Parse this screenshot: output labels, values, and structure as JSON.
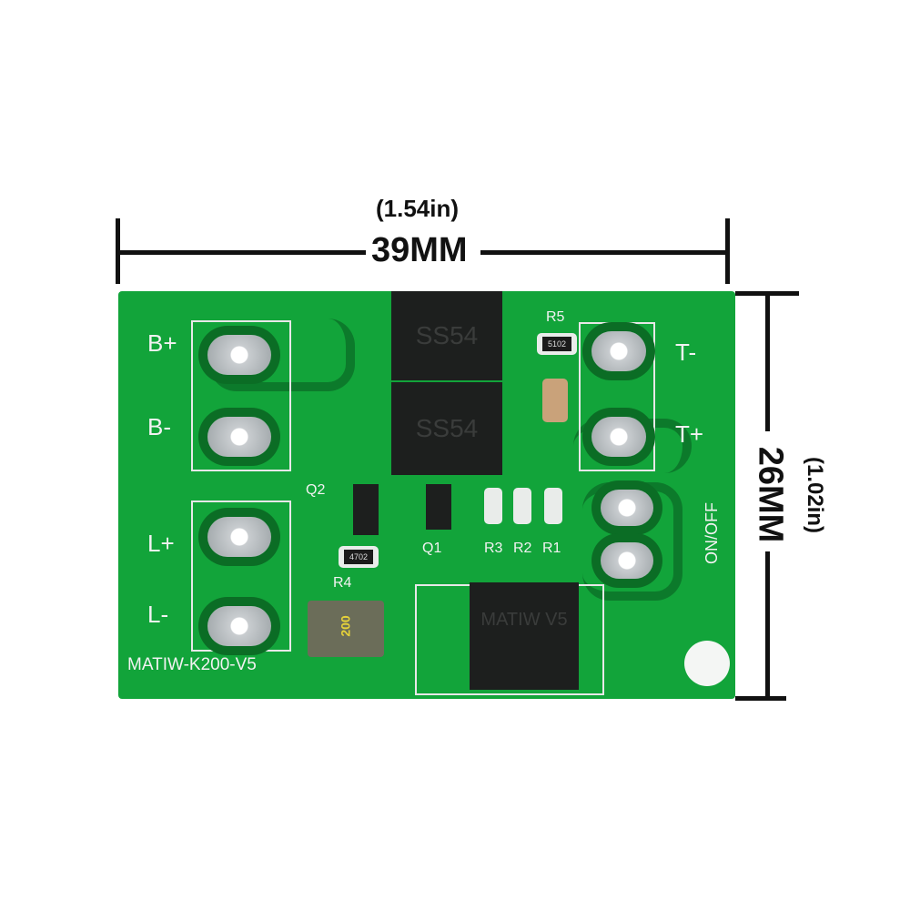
{
  "dimensions": {
    "width_mm": "39MM",
    "width_in": "(1.54in)",
    "height_mm": "26MM",
    "height_in": "(1.02in)"
  },
  "board": {
    "model": "MATIW-K200-V5",
    "terminals": [
      "B+",
      "B-",
      "L+",
      "L-",
      "T-",
      "T+"
    ],
    "switch_label": "ON/OFF",
    "diodes": [
      "SS54",
      "SS54"
    ],
    "regulator_marking": "MATIW V5",
    "fuse_marking": "200",
    "designators": [
      "R5",
      "Q2",
      "Q1",
      "R3",
      "R2",
      "R1",
      "R4"
    ],
    "resistor_codes": {
      "R5": "5102",
      "R4": "4702"
    }
  }
}
